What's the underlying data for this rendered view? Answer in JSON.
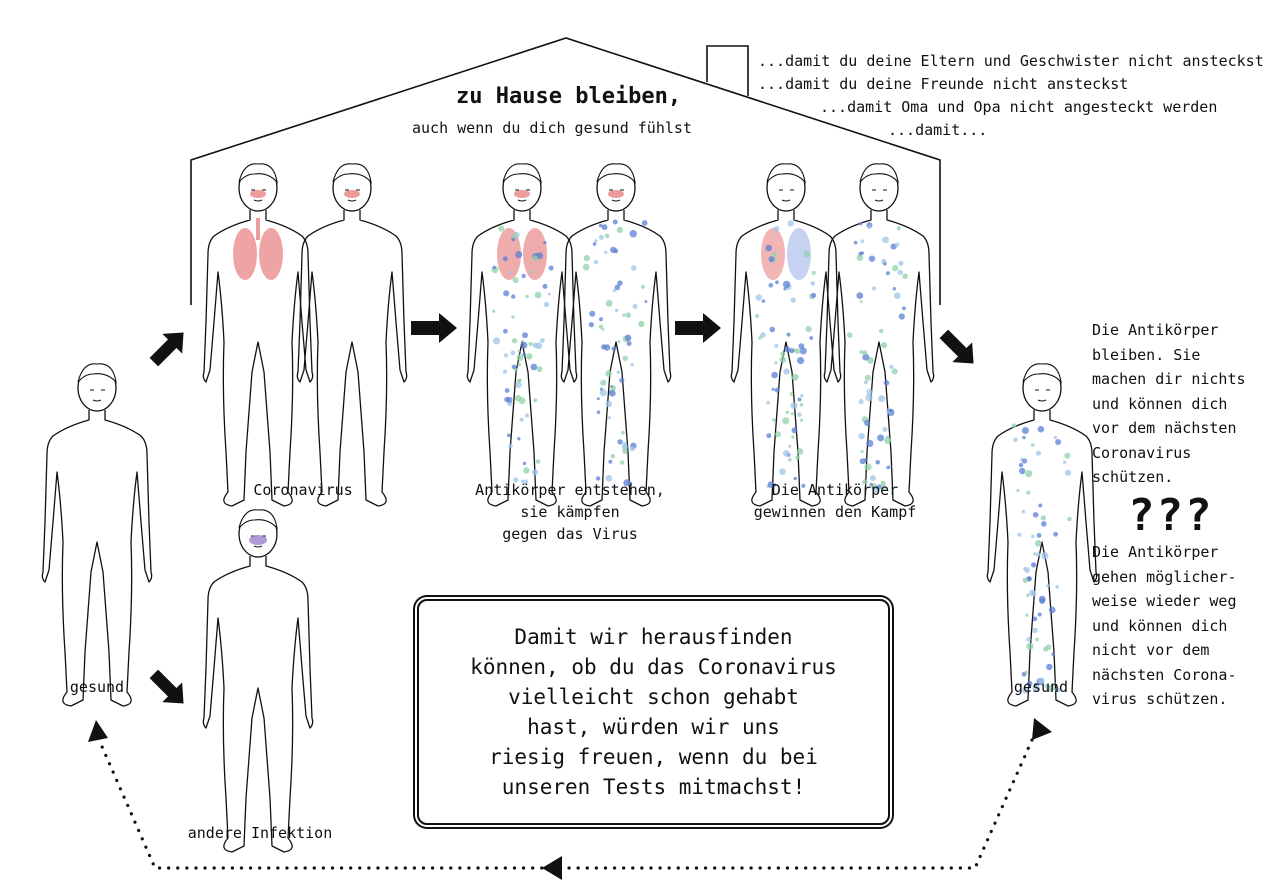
{
  "house": {
    "title": "zu Hause bleiben,",
    "subtitle": "auch wenn du dich gesund fühlst"
  },
  "reasons": [
    "...damit du deine Eltern und Geschwister nicht ansteckst",
    "...damit du deine Freunde nicht ansteckst",
    "...damit Oma und Opa nicht angesteckt werden",
    "...damit..."
  ],
  "figures": {
    "left_label": "gesund",
    "infection_label": "andere Infektion",
    "right_label": "gesund"
  },
  "stages": [
    {
      "caption": "Coronavirus"
    },
    {
      "caption": "Antikörper entstehen,\nsie kämpfen\ngegen das Virus"
    },
    {
      "caption": "Die Antikörper\ngewinnen den Kampf"
    }
  ],
  "outcomes": {
    "stay": "Die Antikörper\nbleiben. Sie\nmachen dir nichts\nund können dich\nvor dem nächsten\nCoronavirus\nschützen.",
    "unknown_marker": "???",
    "leave": "Die Antikörper\ngehen möglicher-\nweise wieder weg\nund können dich\nnicht vor dem\nnächsten Corona-\nvirus schützen."
  },
  "message": "Damit wir herausfinden\nkönnen, ob du das Coronavirus\nvielleicht schon gehabt\nhast, würden wir uns\nriesig freuen, wenn du bei\nunseren Tests mitmachst!",
  "colors": {
    "ink": "#111111",
    "lungs": "#e05a5a",
    "antibody_blue": "#5b7fd6",
    "antibody_light": "#9fc4e8",
    "antibody_green": "#8fd1a8",
    "infection_face": "#8a70c8"
  }
}
